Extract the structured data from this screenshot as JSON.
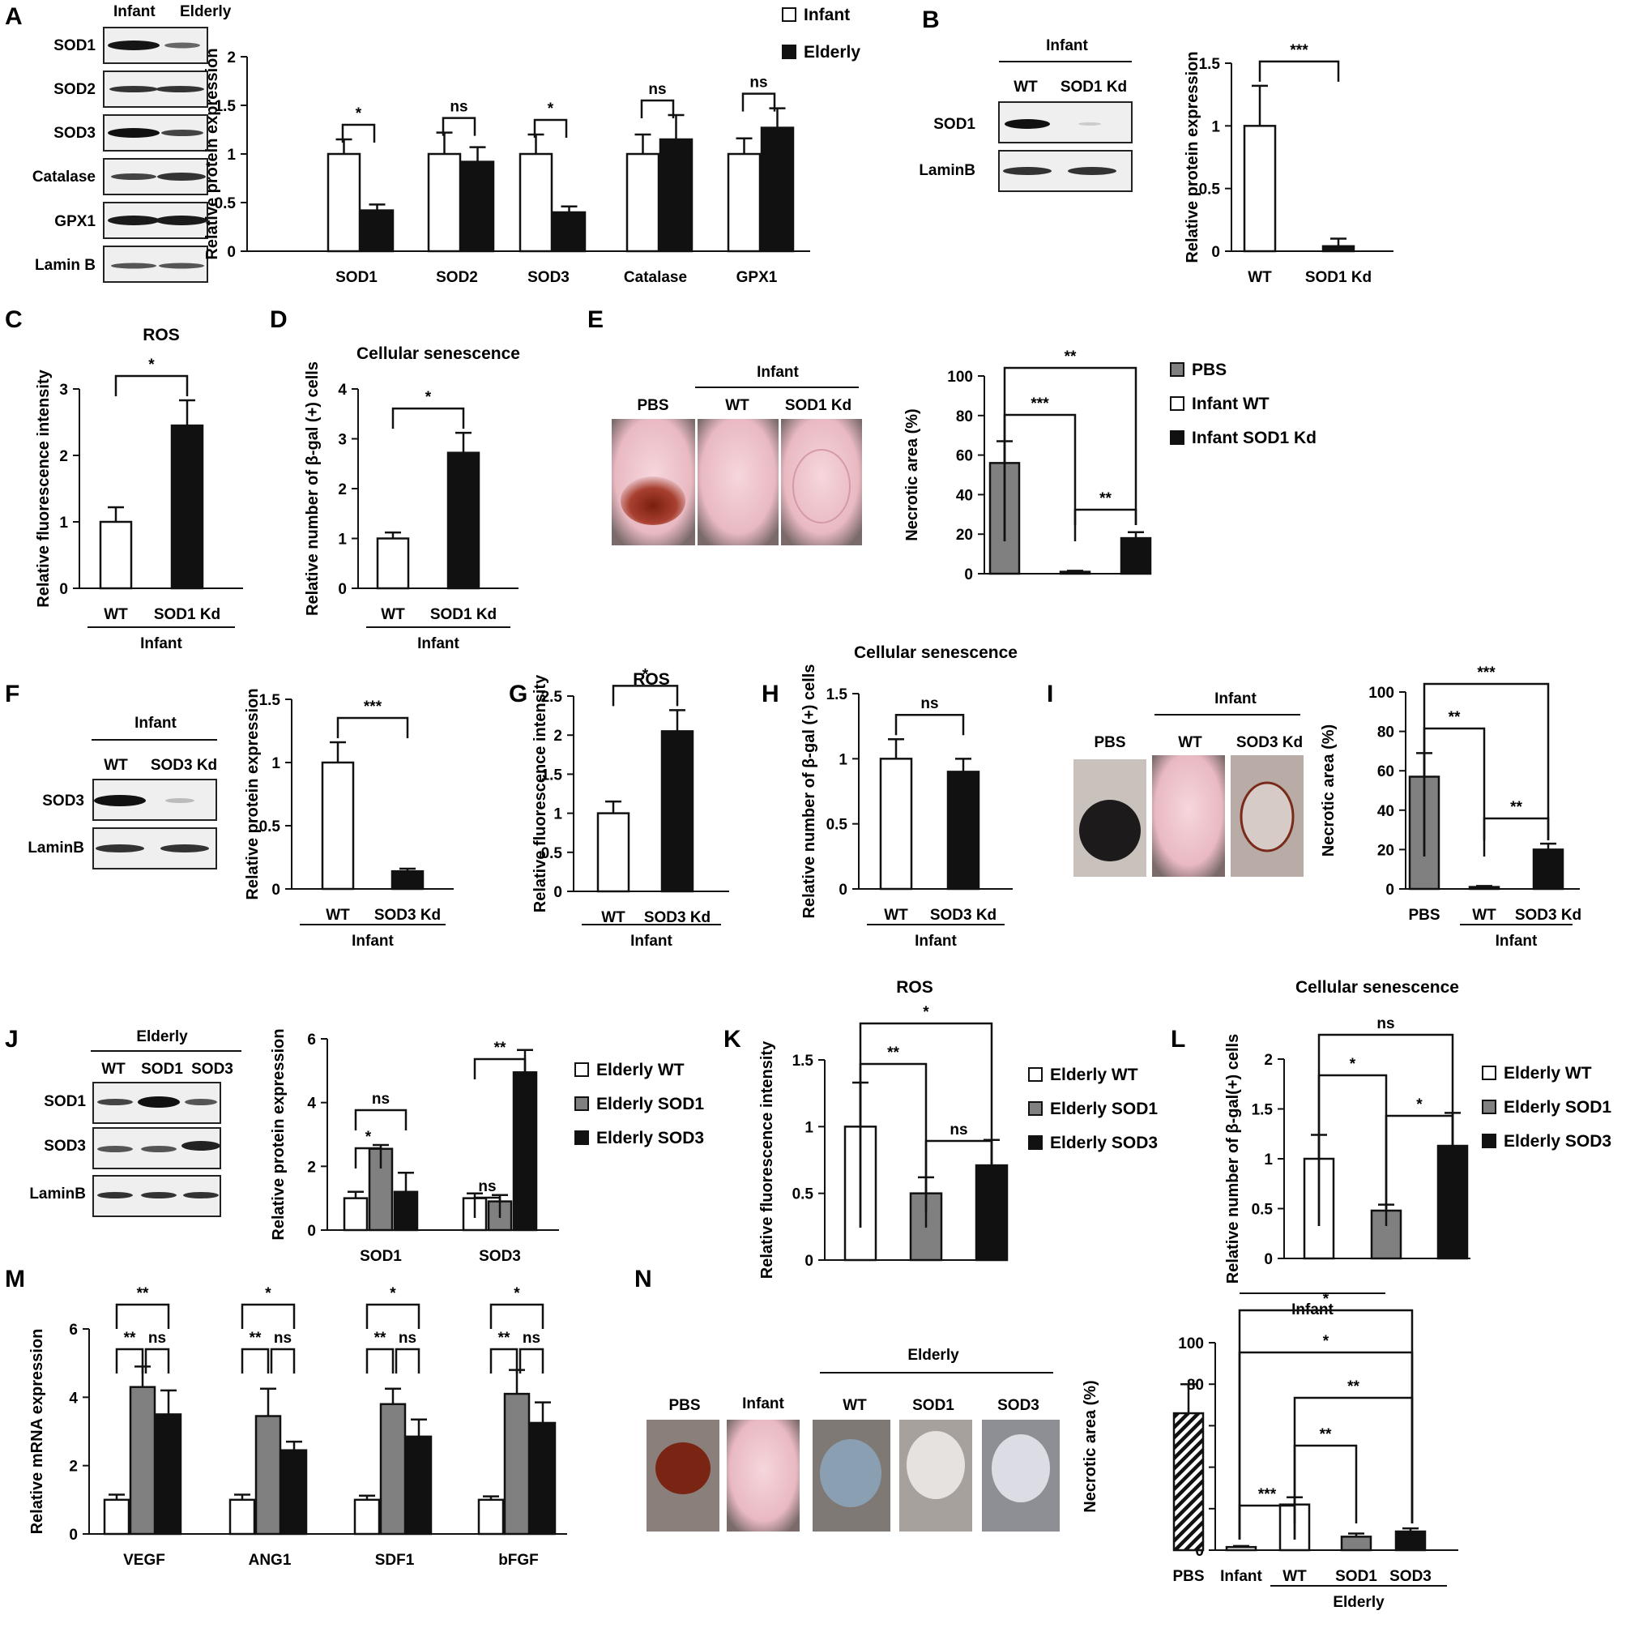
{
  "colors": {
    "white": "#ffffff",
    "gray": "#808080",
    "black": "#111111",
    "hatch": "#111111"
  },
  "blots": [
    {
      "panel": "A",
      "lanes": [
        "Infant",
        "Elderly"
      ],
      "rows": [
        "SOD1",
        "SOD2",
        "SOD3",
        "Catalase",
        "GPX1",
        "Lamin B"
      ]
    },
    {
      "panel": "B",
      "header": "Infant",
      "lanes": [
        "WT",
        "SOD1 Kd"
      ],
      "rows": [
        "SOD1",
        "LaminB"
      ]
    },
    {
      "panel": "F",
      "header": "Infant",
      "lanes": [
        "WT",
        "SOD3 Kd"
      ],
      "rows": [
        "SOD3",
        "LaminB"
      ]
    },
    {
      "panel": "J",
      "header": "Elderly",
      "lanes": [
        "WT",
        "SOD1",
        "SOD3"
      ],
      "rows": [
        "SOD1",
        "SOD3",
        "LaminB"
      ]
    }
  ],
  "photos": [
    {
      "panel": "E",
      "group_label": "Infant",
      "labels": [
        "PBS",
        "WT",
        "SOD1 Kd"
      ]
    },
    {
      "panel": "I",
      "group_label": "Infant",
      "labels": [
        "PBS",
        "WT",
        "SOD3 Kd"
      ]
    },
    {
      "panel": "N",
      "group_label": "Elderly",
      "labels": [
        "PBS",
        "Infant",
        "WT",
        "SOD1",
        "SOD3"
      ]
    }
  ],
  "chart_data": [
    {
      "panel": "A",
      "type": "bar",
      "title": "",
      "ylabel": "Relative protein expression",
      "ylim": [
        0,
        2
      ],
      "yticks": [
        "0",
        "0.5",
        "1",
        "1.5",
        "2"
      ],
      "categories": [
        "SOD1",
        "SOD2",
        "SOD3",
        "Catalase",
        "GPX1"
      ],
      "series": [
        {
          "name": "Infant",
          "fill": "white",
          "values": [
            1.0,
            1.0,
            1.0,
            1.0,
            1.0
          ],
          "errors": [
            0.15,
            0.22,
            0.2,
            0.2,
            0.16
          ]
        },
        {
          "name": "Elderly",
          "fill": "black",
          "values": [
            0.42,
            0.92,
            0.4,
            1.15,
            1.27
          ],
          "errors": [
            0.06,
            0.15,
            0.06,
            0.25,
            0.2
          ]
        }
      ],
      "legend": "top-right",
      "significance": [
        {
          "label": "*",
          "within": 0
        },
        {
          "label": "ns",
          "within": 1
        },
        {
          "label": "*",
          "within": 2
        },
        {
          "label": "ns",
          "within": 3
        },
        {
          "label": "ns",
          "within": 4
        }
      ]
    },
    {
      "panel": "B",
      "type": "bar",
      "title": "",
      "ylabel": "Relative protein expression",
      "ylim": [
        0,
        1.5
      ],
      "yticks": [
        "0",
        "0.5",
        "1",
        "1.5"
      ],
      "categories": [
        "WT",
        "SOD1 Kd"
      ],
      "group_label": "Infant",
      "values": [
        1.0,
        0.04
      ],
      "errors": [
        0.32,
        0.06
      ],
      "fills": [
        "white",
        "black"
      ],
      "significance": [
        {
          "label": "***",
          "from": 0,
          "to": 1
        }
      ]
    },
    {
      "panel": "C",
      "type": "bar",
      "title": "ROS",
      "ylabel": "Relative fluorescence intensity",
      "ylim": [
        0,
        3
      ],
      "yticks": [
        "0",
        "1",
        "2",
        "3"
      ],
      "categories": [
        "WT",
        "SOD1 Kd"
      ],
      "group_label": "Infant",
      "values": [
        1.0,
        2.45
      ],
      "errors": [
        0.22,
        0.38
      ],
      "fills": [
        "white",
        "black"
      ],
      "significance": [
        {
          "label": "*",
          "from": 0,
          "to": 1
        }
      ]
    },
    {
      "panel": "D",
      "type": "bar",
      "title": "Cellular senescence",
      "ylabel": "Relative number of β-gal (+) cells",
      "ylim": [
        0,
        4
      ],
      "yticks": [
        "0",
        "1",
        "2",
        "3",
        "4"
      ],
      "categories": [
        "WT",
        "SOD1 Kd"
      ],
      "group_label": "Infant",
      "values": [
        1.0,
        2.72
      ],
      "errors": [
        0.12,
        0.4
      ],
      "fills": [
        "white",
        "black"
      ],
      "significance": [
        {
          "label": "*",
          "from": 0,
          "to": 1
        }
      ]
    },
    {
      "panel": "E",
      "type": "bar",
      "title": "",
      "ylabel": "Necrotic area (%)",
      "ylim": [
        0,
        100
      ],
      "yticks": [
        "0",
        "20",
        "40",
        "60",
        "80",
        "100"
      ],
      "categories": [
        "",
        "",
        ""
      ],
      "values": [
        56,
        1,
        18
      ],
      "errors": [
        11,
        0.5,
        3
      ],
      "fills": [
        "gray",
        "white",
        "black"
      ],
      "legend_entries": [
        {
          "label": "PBS",
          "fill": "gray"
        },
        {
          "label": "Infant WT",
          "fill": "white"
        },
        {
          "label": "Infant SOD1 Kd",
          "fill": "black"
        }
      ],
      "legend": "right",
      "significance": [
        {
          "label": "**",
          "from": 0,
          "to": 2
        },
        {
          "label": "***",
          "from": 0,
          "to": 1
        },
        {
          "label": "**",
          "from": 1,
          "to": 2
        }
      ]
    },
    {
      "panel": "F",
      "type": "bar",
      "title": "",
      "ylabel": "Relative protein expression",
      "ylim": [
        0,
        1.5
      ],
      "yticks": [
        "0",
        "0.5",
        "1",
        "1.5"
      ],
      "categories": [
        "WT",
        "SOD3 Kd"
      ],
      "group_label": "Infant",
      "values": [
        1.0,
        0.14
      ],
      "errors": [
        0.16,
        0.02
      ],
      "fills": [
        "white",
        "black"
      ],
      "significance": [
        {
          "label": "***",
          "from": 0,
          "to": 1
        }
      ]
    },
    {
      "panel": "G",
      "type": "bar",
      "title": "ROS",
      "ylabel": "Relative fluorescence intensity",
      "ylim": [
        0,
        2.5
      ],
      "yticks": [
        "0",
        "0.5",
        "1",
        "1.5",
        "2",
        "2.5"
      ],
      "categories": [
        "WT",
        "SOD3 Kd"
      ],
      "group_label": "Infant",
      "values": [
        1.0,
        2.05
      ],
      "errors": [
        0.15,
        0.27
      ],
      "fills": [
        "white",
        "black"
      ],
      "significance": [
        {
          "label": "*",
          "from": 0,
          "to": 1
        }
      ]
    },
    {
      "panel": "H",
      "type": "bar",
      "title": "Cellular senescence",
      "ylabel": "Relative number of β-gal (+) cells",
      "ylim": [
        0,
        1.5
      ],
      "yticks": [
        "0",
        "0.5",
        "1",
        "1.5"
      ],
      "categories": [
        "WT",
        "SOD3 Kd"
      ],
      "group_label": "Infant",
      "values": [
        1.0,
        0.9
      ],
      "errors": [
        0.15,
        0.1
      ],
      "fills": [
        "white",
        "black"
      ],
      "significance": [
        {
          "label": "ns",
          "from": 0,
          "to": 1
        }
      ]
    },
    {
      "panel": "I",
      "type": "bar",
      "title": "",
      "ylabel": "Necrotic area (%)",
      "ylim": [
        0,
        100
      ],
      "yticks": [
        "0",
        "20",
        "40",
        "60",
        "80",
        "100"
      ],
      "categories": [
        "PBS",
        "WT",
        "SOD3 Kd"
      ],
      "group_label": "Infant",
      "group_span": [
        1,
        2
      ],
      "values": [
        57,
        1,
        20
      ],
      "errors": [
        12,
        0.5,
        3
      ],
      "fills": [
        "gray",
        "white",
        "black"
      ],
      "significance": [
        {
          "label": "***",
          "from": 0,
          "to": 2
        },
        {
          "label": "**",
          "from": 0,
          "to": 1
        },
        {
          "label": "**",
          "from": 1,
          "to": 2
        }
      ]
    },
    {
      "panel": "J",
      "type": "bar",
      "title": "",
      "ylabel": "Relative protein expression",
      "ylim": [
        0,
        6
      ],
      "yticks": [
        "0",
        "2",
        "4",
        "6"
      ],
      "categories": [
        "SOD1",
        "SOD3"
      ],
      "series": [
        {
          "name": "Elderly WT",
          "fill": "white",
          "values": [
            1.0,
            1.0
          ],
          "errors": [
            0.2,
            0.15
          ]
        },
        {
          "name": "Elderly SOD1",
          "fill": "gray",
          "values": [
            2.55,
            0.9
          ],
          "errors": [
            0.12,
            0.2
          ]
        },
        {
          "name": "Elderly SOD3",
          "fill": "black",
          "values": [
            1.2,
            4.95
          ],
          "errors": [
            0.6,
            0.7
          ]
        }
      ],
      "legend": "right",
      "significance": [
        {
          "label": "ns",
          "group": 0,
          "from": 0,
          "to": 2
        },
        {
          "label": "*",
          "group": 0,
          "from": 0,
          "to": 1
        },
        {
          "label": "**",
          "group": 1,
          "from": 0,
          "to": 2
        },
        {
          "label": "ns",
          "group": 1,
          "from": 0,
          "to": 1
        }
      ]
    },
    {
      "panel": "K",
      "type": "bar",
      "title": "ROS",
      "ylabel": "Relative fluorescence intensity",
      "ylim": [
        0,
        1.5
      ],
      "yticks": [
        "0",
        "0.5",
        "1",
        "1.5"
      ],
      "categories": [
        "",
        "",
        ""
      ],
      "values": [
        1.0,
        0.5,
        0.71
      ],
      "errors": [
        0.33,
        0.12,
        0.19
      ],
      "fills": [
        "white",
        "gray",
        "black"
      ],
      "legend_entries": [
        {
          "label": "Elderly WT",
          "fill": "white"
        },
        {
          "label": "Elderly SOD1",
          "fill": "gray"
        },
        {
          "label": "Elderly SOD3",
          "fill": "black"
        }
      ],
      "legend": "right",
      "significance": [
        {
          "label": "*",
          "from": 0,
          "to": 2
        },
        {
          "label": "**",
          "from": 0,
          "to": 1
        },
        {
          "label": "ns",
          "from": 1,
          "to": 2
        }
      ]
    },
    {
      "panel": "L",
      "type": "bar",
      "title": "Cellular senescence",
      "ylabel": "Relative number of β-gal(+) cells",
      "ylim": [
        0,
        2
      ],
      "yticks": [
        "0",
        "0.5",
        "1",
        "1.5",
        "2"
      ],
      "categories": [
        "",
        "",
        ""
      ],
      "values": [
        1.0,
        0.48,
        1.13
      ],
      "errors": [
        0.24,
        0.06,
        0.33
      ],
      "fills": [
        "white",
        "gray",
        "black"
      ],
      "legend_entries": [
        {
          "label": "Elderly WT",
          "fill": "white"
        },
        {
          "label": "Elderly SOD1",
          "fill": "gray"
        },
        {
          "label": "Elderly SOD3",
          "fill": "black"
        }
      ],
      "legend": "right",
      "significance": [
        {
          "label": "ns",
          "from": 0,
          "to": 2
        },
        {
          "label": "*",
          "from": 0,
          "to": 1
        },
        {
          "label": "*",
          "from": 1,
          "to": 2
        }
      ]
    },
    {
      "panel": "M",
      "type": "bar",
      "title": "",
      "ylabel": "Relative mRNA expression",
      "ylim": [
        0,
        6
      ],
      "yticks": [
        "0",
        "2",
        "4",
        "6"
      ],
      "categories": [
        "VEGF",
        "ANG1",
        "SDF1",
        "bFGF"
      ],
      "series": [
        {
          "fill": "white",
          "values": [
            1.0,
            1.0,
            1.0,
            1.0
          ],
          "errors": [
            0.15,
            0.15,
            0.12,
            0.1
          ]
        },
        {
          "fill": "gray",
          "values": [
            4.3,
            3.45,
            3.8,
            4.1
          ],
          "errors": [
            0.6,
            0.8,
            0.45,
            0.7
          ]
        },
        {
          "fill": "black",
          "values": [
            3.5,
            2.45,
            2.85,
            3.25
          ],
          "errors": [
            0.7,
            0.25,
            0.5,
            0.6
          ]
        }
      ],
      "significance_per_group": [
        {
          "label": "**",
          "from": 0,
          "to": 2
        },
        {
          "label": "**",
          "from": 0,
          "to": 1
        },
        {
          "label": "ns",
          "from": 1,
          "to": 2
        }
      ],
      "significance_top_labels": [
        "**",
        "*",
        "*",
        "*"
      ]
    },
    {
      "panel": "N",
      "type": "bar",
      "title": "",
      "ylabel": "Necrotic area (%)",
      "ylim": [
        0,
        100
      ],
      "yticks": [
        "0",
        "20",
        "40",
        "60",
        "80",
        "100"
      ],
      "categories": [
        "PBS",
        "Infant",
        "WT",
        "SOD1",
        "SOD3"
      ],
      "group_label": "Elderly",
      "group_span": [
        2,
        4
      ],
      "values": [
        66,
        1.5,
        22,
        6.5,
        9
      ],
      "errors": [
        14,
        0.5,
        3.5,
        1.5,
        1.5
      ],
      "fills": [
        "hatch",
        "white",
        "white",
        "gray",
        "black"
      ],
      "significance": [
        {
          "label": "*",
          "from": 1,
          "to": 4
        },
        {
          "label": "*",
          "from": 1,
          "to": 4
        },
        {
          "label": "**",
          "from": 2,
          "to": 4
        },
        {
          "label": "**",
          "from": 2,
          "to": 3
        },
        {
          "label": "***",
          "from": 1,
          "to": 2
        }
      ]
    }
  ]
}
